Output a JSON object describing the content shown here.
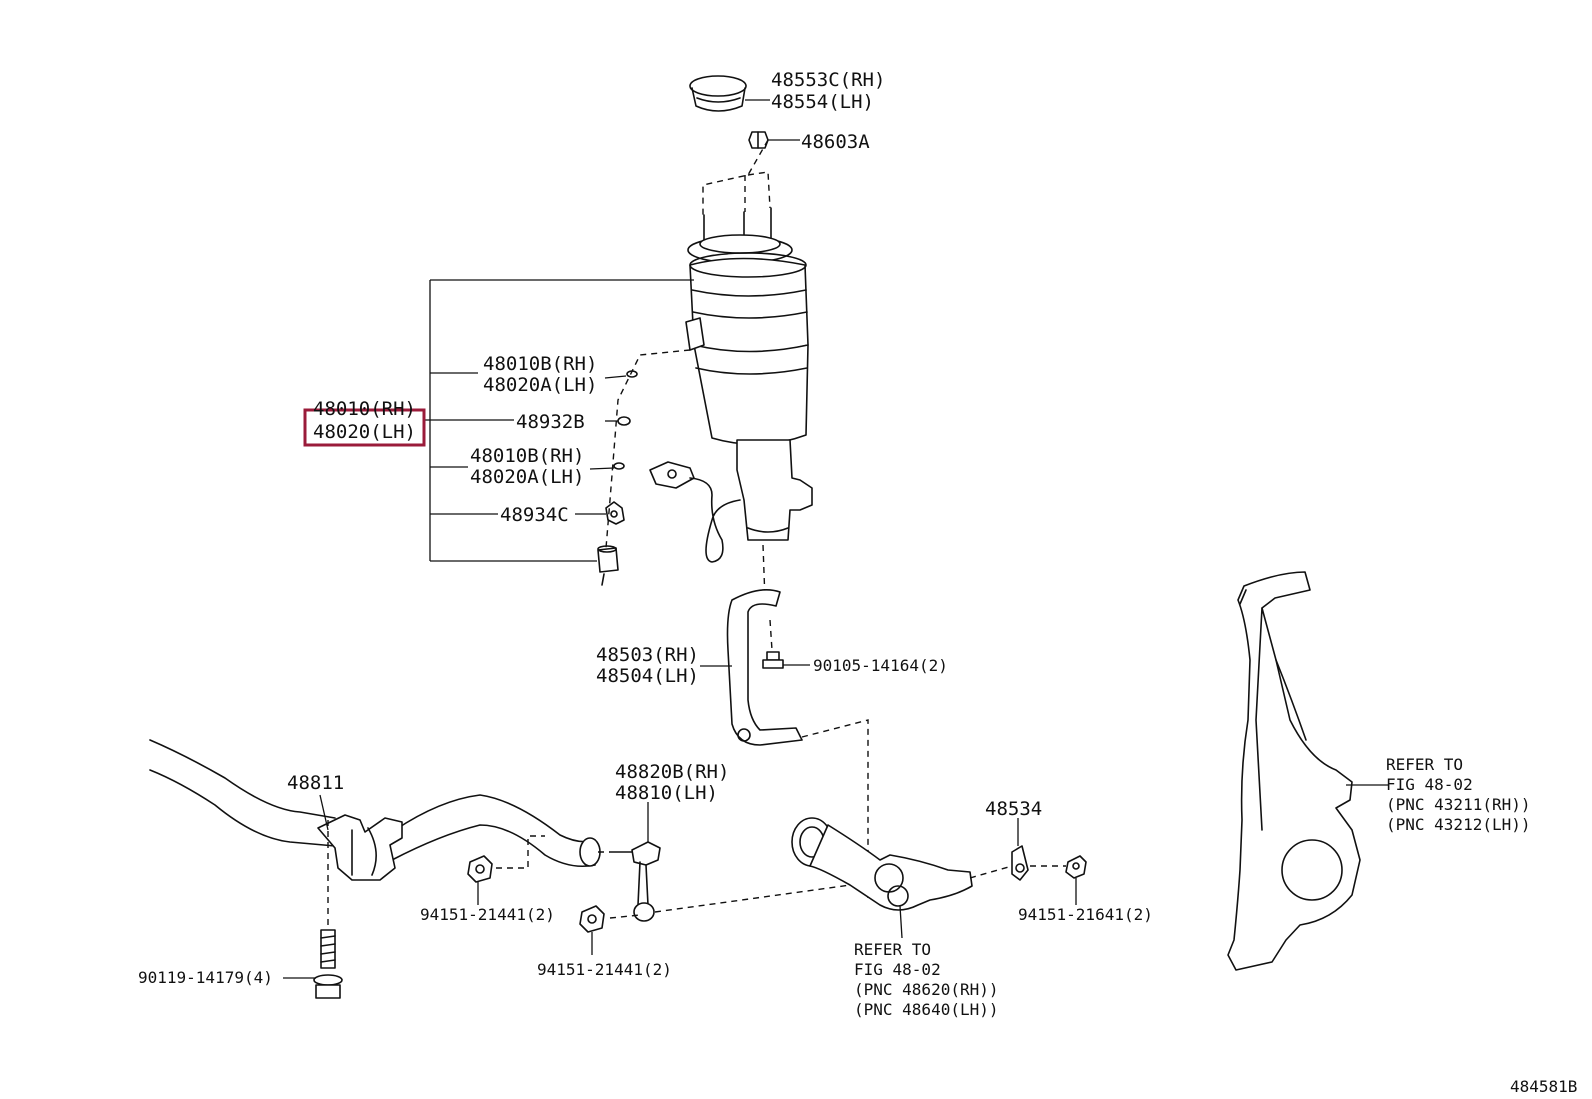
{
  "diagram_id": "484581B",
  "highlight_color": "#9a1b3a",
  "labels": {
    "p48553c": "48553C(RH)",
    "p48554": "48554(LH)",
    "p48603a": "48603A",
    "p48010b_top": "48010B(RH)",
    "p48020a_top": "48020A(LH)",
    "p48010": "48010(RH)",
    "p48020": "48020(LH)",
    "p48932b": "48932B",
    "p48010b_mid": "48010B(RH)",
    "p48020a_mid": "48020A(LH)",
    "p48934c": "48934C",
    "p48503": "48503(RH)",
    "p48504": "48504(LH)",
    "p90105": "90105-14164(2)",
    "p48811": "48811",
    "p48820b": "48820B(RH)",
    "p48810": "48810(LH)",
    "p48534": "48534",
    "p94151_a": "94151-21441(2)",
    "p94151_b": "94151-21441(2)",
    "p94151_c": "94151-21641(2)",
    "p90119": "90119-14179(4)",
    "ref1_l1": "REFER TO",
    "ref1_l2": "FIG 48-02",
    "ref1_l3": "(PNC 48620(RH))",
    "ref1_l4": "(PNC 48640(LH))",
    "ref2_l1": "REFER TO",
    "ref2_l2": "FIG 48-02",
    "ref2_l3": "(PNC 43211(RH))",
    "ref2_l4": "(PNC 43212(LH))"
  }
}
